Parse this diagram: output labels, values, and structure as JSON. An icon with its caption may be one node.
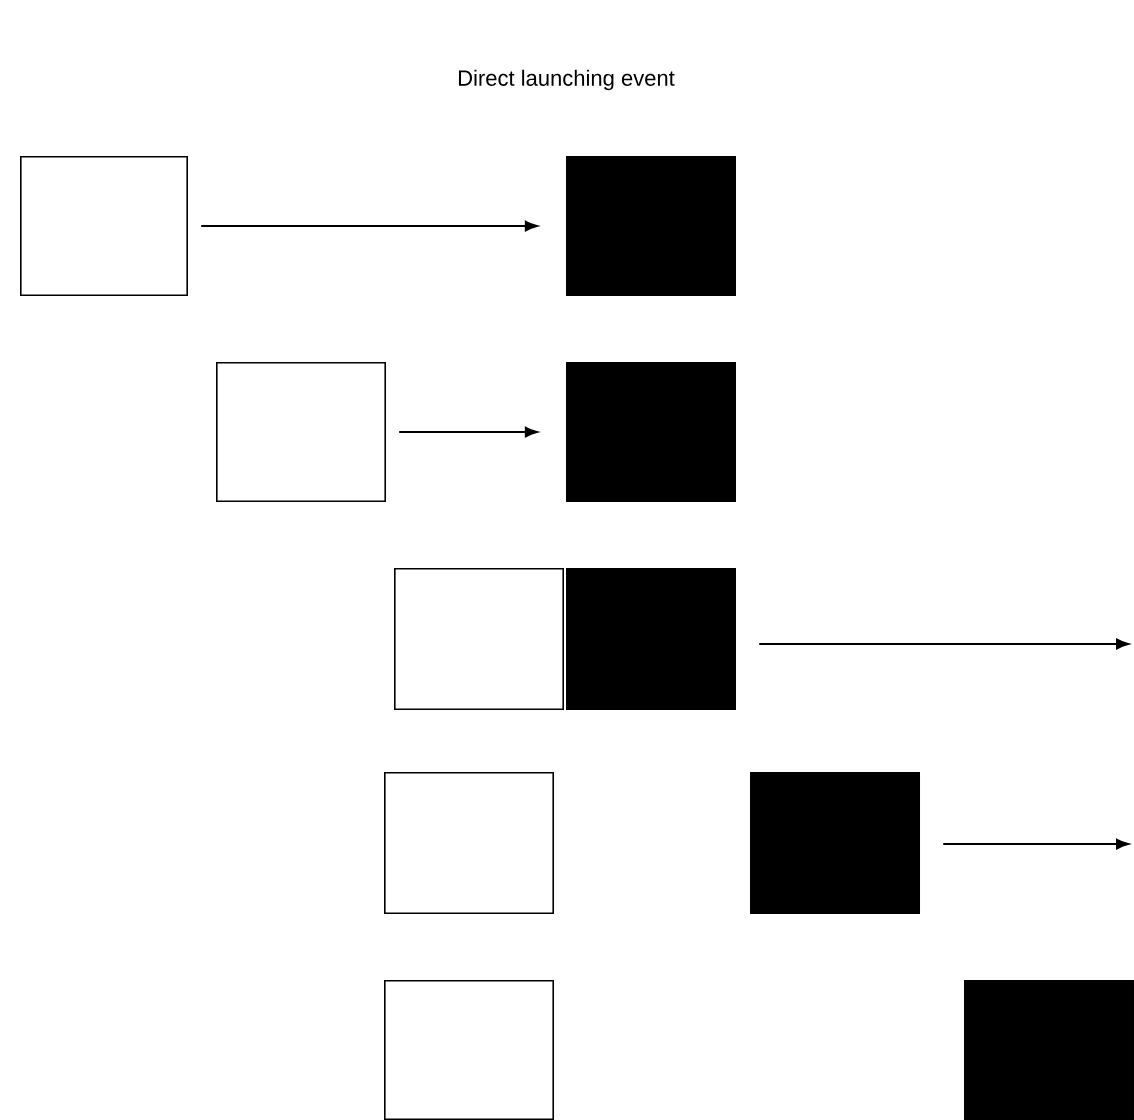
{
  "diagram": {
    "title": "Direct launching event",
    "nodes": [
      {
        "text": [],
        "shape": "box"
      },
      {
        "text": [],
        "shape": "box"
      },
      {
        "text": [],
        "shape": "box"
      },
      {
        "text": [],
        "shape": "box"
      },
      {
        "text": [],
        "shape": "box"
      },
      {
        "text": [],
        "shape": "box"
      },
      {
        "text": [],
        "shape": "box"
      },
      {
        "text": [],
        "shape": "box"
      },
      {
        "text": [],
        "shape": "box"
      },
      {
        "text": [],
        "shape": "box"
      }
    ],
    "edges": [
      {
        "from": 0,
        "to": 1,
        "arrow": "to"
      },
      {
        "from": 2,
        "to": 3,
        "arrow": "to"
      },
      {
        "from": 5,
        "to": null,
        "arrow": "to"
      },
      {
        "from": 7,
        "to": null,
        "arrow": "to"
      }
    ]
  }
}
